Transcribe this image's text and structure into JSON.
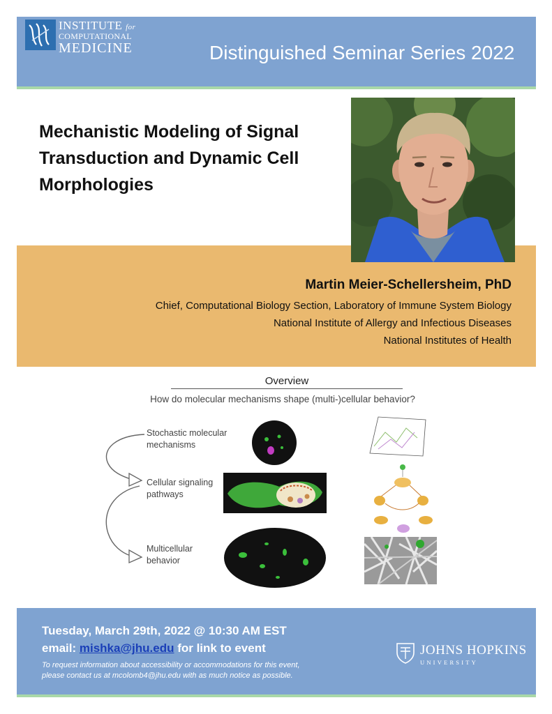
{
  "header": {
    "logo": {
      "line1": "INSTITUTE",
      "line1_for": "for",
      "line2": "COMPUTATIONAL",
      "line3": "MEDICINE"
    },
    "series_title": "Distinguished Seminar Series 2022"
  },
  "talk": {
    "title_lines": [
      "Mechanistic Modeling of Signal",
      "Transduction and Dynamic Cell",
      "Morphologies"
    ]
  },
  "speaker": {
    "name": "Martin Meier-Schellersheim, PhD",
    "affiliations": [
      "Chief, Computational Biology Section, Laboratory of Immune System Biology",
      "National Institute of Allergy and Infectious Diseases",
      "National Institutes of Health"
    ]
  },
  "overview": {
    "title": "Overview",
    "subtitle": "How do molecular mechanisms shape (multi-)cellular behavior?",
    "levels": [
      {
        "line1": "Stochastic molecular",
        "line2": "mechanisms"
      },
      {
        "line1": "Cellular signaling",
        "line2": "pathways"
      },
      {
        "line1": "Multicellular",
        "line2": "behavior"
      }
    ]
  },
  "event": {
    "date": "Tuesday, March 29th, 2022 @ 10:30 AM EST",
    "email_prefix": "email: ",
    "email": "mishka@jhu.edu",
    "email_suffix": " for link to event",
    "access_line1": "To request information about accessibility or accommodations for this event,",
    "access_line2": "please contact us at mcolomb4@jhu.edu with as much notice as possible."
  },
  "jhu": {
    "line1": "JOHNS HOPKINS",
    "line2": "UNIVERSITY"
  },
  "colors": {
    "header_blue": "#7fa3d1",
    "band_orange": "#eab96f",
    "accent_green": "#a9d8a8",
    "link_blue": "#1a3fb8"
  }
}
